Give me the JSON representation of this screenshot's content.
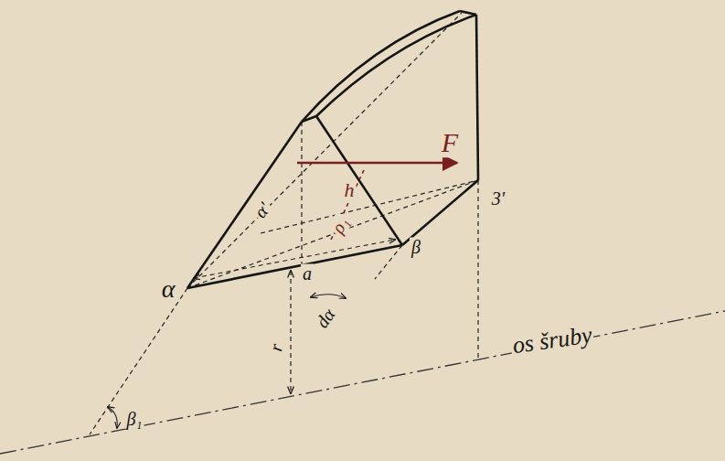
{
  "diagram": {
    "labels": [
      "α'",
      "F",
      "h",
      "ρ₁",
      "3'",
      "α",
      "a",
      "β",
      "dα",
      "r",
      "β₁",
      "os šruby"
    ]
  }
}
